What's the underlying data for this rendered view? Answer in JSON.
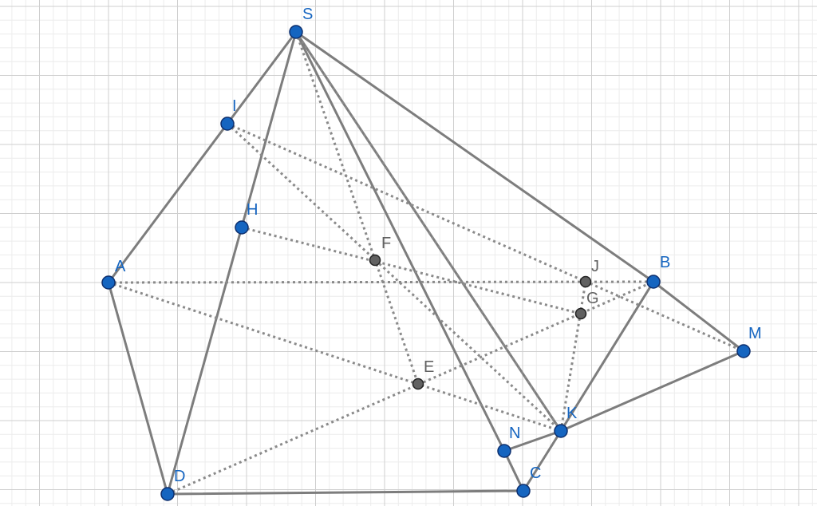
{
  "colors": {
    "background": "#ffffff",
    "grid_minor": "#ececec",
    "grid_major": "#cfcfcf",
    "solid_segment": "#7d7d7d",
    "dotted_segment": "#8a8a8a",
    "free_point_fill": "#1565c0",
    "free_point_stroke": "#0d2f6e",
    "free_label": "#1565c0",
    "dependent_point_fill": "#616161",
    "dependent_point_stroke": "#222222",
    "dependent_label": "#616161"
  },
  "points": [
    {
      "id": "S",
      "label": "S",
      "kind": "free"
    },
    {
      "id": "I",
      "label": "I",
      "kind": "free"
    },
    {
      "id": "H",
      "label": "H",
      "kind": "free"
    },
    {
      "id": "A",
      "label": "A",
      "kind": "free"
    },
    {
      "id": "B",
      "label": "B",
      "kind": "free"
    },
    {
      "id": "M",
      "label": "M",
      "kind": "free"
    },
    {
      "id": "K",
      "label": "K",
      "kind": "free"
    },
    {
      "id": "N",
      "label": "N",
      "kind": "free"
    },
    {
      "id": "C",
      "label": "C",
      "kind": "free"
    },
    {
      "id": "D",
      "label": "D",
      "kind": "free"
    },
    {
      "id": "F",
      "label": "F",
      "kind": "dependent"
    },
    {
      "id": "J",
      "label": "J",
      "kind": "dependent"
    },
    {
      "id": "G",
      "label": "G",
      "kind": "dependent"
    },
    {
      "id": "E",
      "label": "E",
      "kind": "dependent"
    }
  ],
  "segments": [
    {
      "from": "S",
      "to": "A",
      "style": "solid"
    },
    {
      "from": "S",
      "to": "D",
      "style": "solid"
    },
    {
      "from": "S",
      "to": "B",
      "style": "solid"
    },
    {
      "from": "S",
      "to": "N",
      "style": "solid"
    },
    {
      "from": "S",
      "to": "K",
      "style": "solid"
    },
    {
      "from": "A",
      "to": "D",
      "style": "solid"
    },
    {
      "from": "D",
      "to": "C",
      "style": "solid"
    },
    {
      "from": "C",
      "to": "N",
      "style": "solid"
    },
    {
      "from": "C",
      "to": "K",
      "style": "solid"
    },
    {
      "from": "K",
      "to": "B",
      "style": "solid"
    },
    {
      "from": "K",
      "to": "M",
      "style": "solid"
    },
    {
      "from": "B",
      "to": "M",
      "style": "solid"
    },
    {
      "from": "N",
      "to": "K",
      "style": "solid"
    },
    {
      "from": "A",
      "to": "B",
      "style": "dotted"
    },
    {
      "from": "I",
      "to": "M",
      "style": "dotted"
    },
    {
      "from": "I",
      "to": "K",
      "style": "dotted"
    },
    {
      "from": "H",
      "to": "G",
      "style": "dotted"
    },
    {
      "from": "S",
      "to": "E",
      "style": "dotted"
    },
    {
      "from": "S",
      "to": "K",
      "style": "dotted"
    },
    {
      "from": "A",
      "to": "K",
      "style": "dotted"
    },
    {
      "from": "D",
      "to": "B",
      "style": "dotted"
    },
    {
      "from": "K",
      "to": "J",
      "style": "dotted"
    }
  ]
}
